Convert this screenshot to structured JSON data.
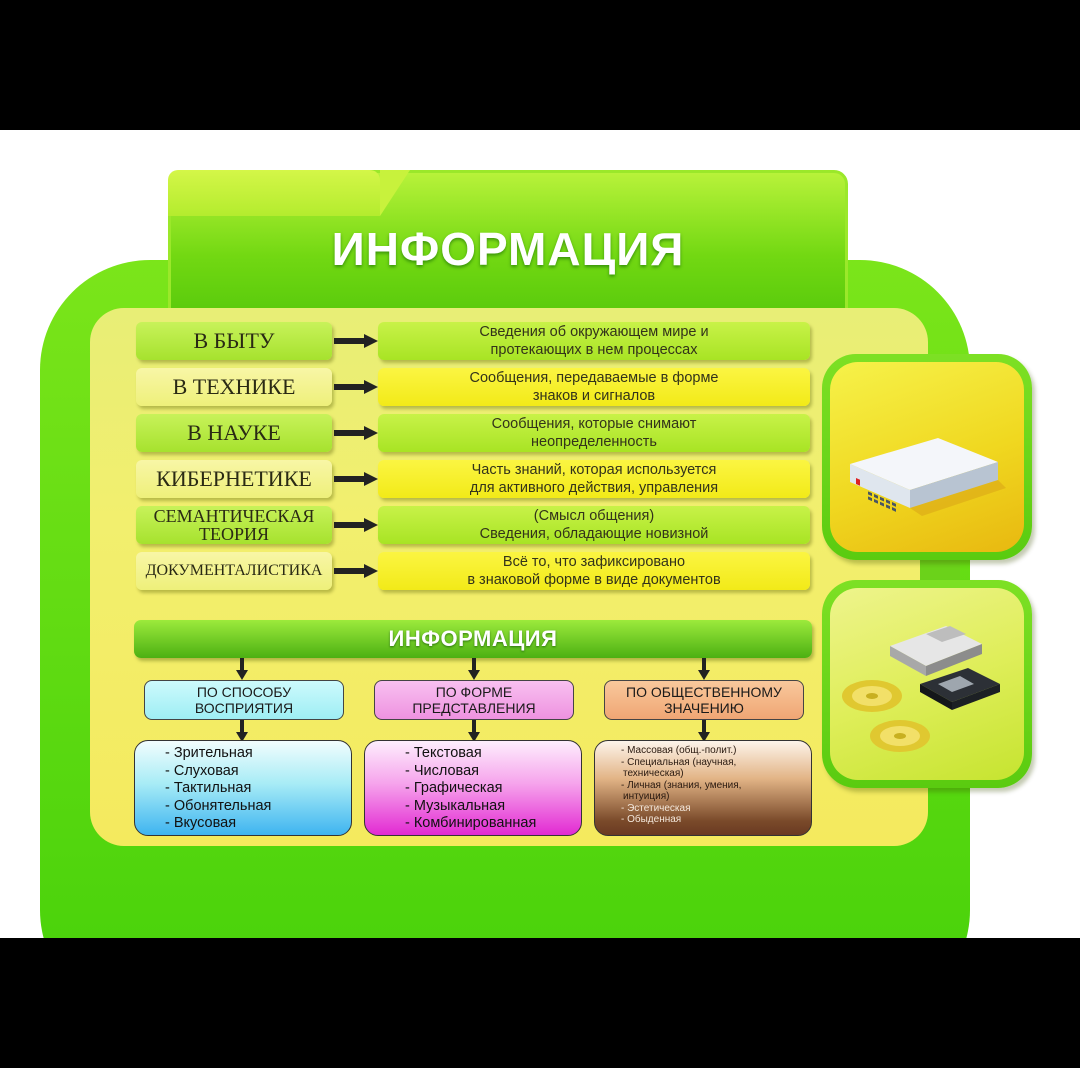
{
  "title": "ИНФОРМАЦИЯ",
  "rows": [
    {
      "label": "В БЫТУ",
      "desc_line1": "Сведения об окружающем мире и",
      "desc_line2": "протекающих в нем процессах"
    },
    {
      "label": "В ТЕХНИКЕ",
      "desc_line1": "Сообщения, передаваемые в форме",
      "desc_line2": "знаков и сигналов"
    },
    {
      "label": "В НАУКЕ",
      "desc_line1": "Сообщения, которые снимают",
      "desc_line2": "неопределенность"
    },
    {
      "label": "КИБЕРНЕТИКЕ",
      "desc_line1": "Часть знаний, которая используется",
      "desc_line2": "для активного действия, управления"
    },
    {
      "label_line1": "СЕМАНТИЧЕСКАЯ",
      "label_line2": "ТЕОРИЯ",
      "desc_line1": "(Смысл общения)",
      "desc_line2": "Сведения, обладающие новизной"
    },
    {
      "label": "ДОКУМЕНТАЛИСТИКА",
      "desc_line1": "Всё то, что зафиксировано",
      "desc_line2": "в знаковой форме в виде документов"
    }
  ],
  "classification": {
    "header": "ИНФОРМАЦИЯ",
    "categories": [
      {
        "title_line1": "ПО СПОСОБУ",
        "title_line2": "ВОСПРИЯТИЯ",
        "color": "#aef4f8",
        "items": [
          "- Зрительная",
          "- Слуховая",
          "- Тактильная",
          "- Обонятельная",
          "- Вкусовая"
        ]
      },
      {
        "title_line1": "ПО ФОРМЕ",
        "title_line2": "ПРЕДСТАВЛЕНИЯ",
        "color": "#f49ae6",
        "items": [
          "- Текстовая",
          "- Числовая",
          "- Графическая",
          "- Музыкальная",
          "- Комбинированная"
        ]
      },
      {
        "title_line1": "ПО ОБЩЕСТВЕННОМУ",
        "title_line2": "ЗНАЧЕНИЮ",
        "color": "#f4b484",
        "items": [
          "- Массовая (общ.-полит.)",
          "- Специальная (научная,",
          "техническая)",
          "- Личная (знания, умения,",
          "интуиция)",
          "- Эстетическая",
          "- Обыденная"
        ]
      }
    ]
  },
  "icons": {
    "side_top": "network-switch-icon",
    "side_bottom": "floppy-disks-and-cds-icon"
  },
  "colors": {
    "folder_green": "#5acb10",
    "inner_yellow": "#f2ef6e",
    "row_green": "#a8e424",
    "row_yellow": "#f2ea18"
  }
}
